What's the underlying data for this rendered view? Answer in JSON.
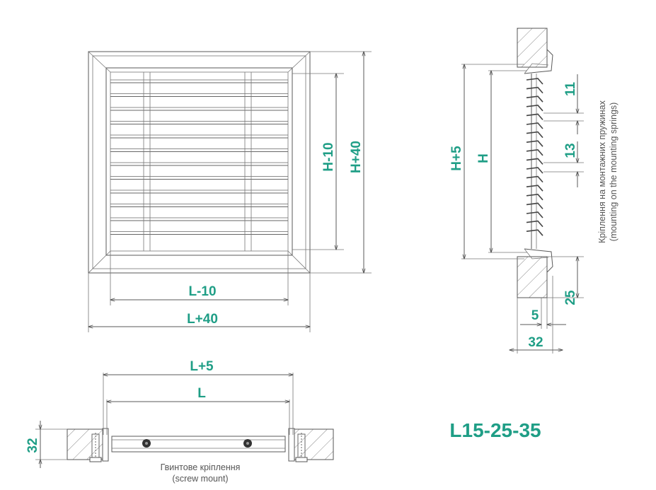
{
  "model_code": "L15-25-35",
  "front_view": {
    "width_outer": "L+40",
    "width_inner": "L-10",
    "height_outer": "H+40",
    "height_inner": "H-10"
  },
  "side_view": {
    "height_outer": "H+5",
    "height_inner": "H",
    "pitch_top": "11",
    "pitch_mid": "13",
    "frame_depth": "25",
    "flange": "5",
    "depth_total": "32",
    "note_ua": "Кріплення на монтажних пружинах",
    "note_en": "(mounting on the mounting springs)"
  },
  "plan_view": {
    "width_outer": "L+5",
    "width_inner": "L",
    "depth": "32",
    "note_ua": "Гвинтове кріплення",
    "note_en": "(screw mount)"
  },
  "colors": {
    "accent": "#1f9e86",
    "line": "#5a5a5a"
  }
}
